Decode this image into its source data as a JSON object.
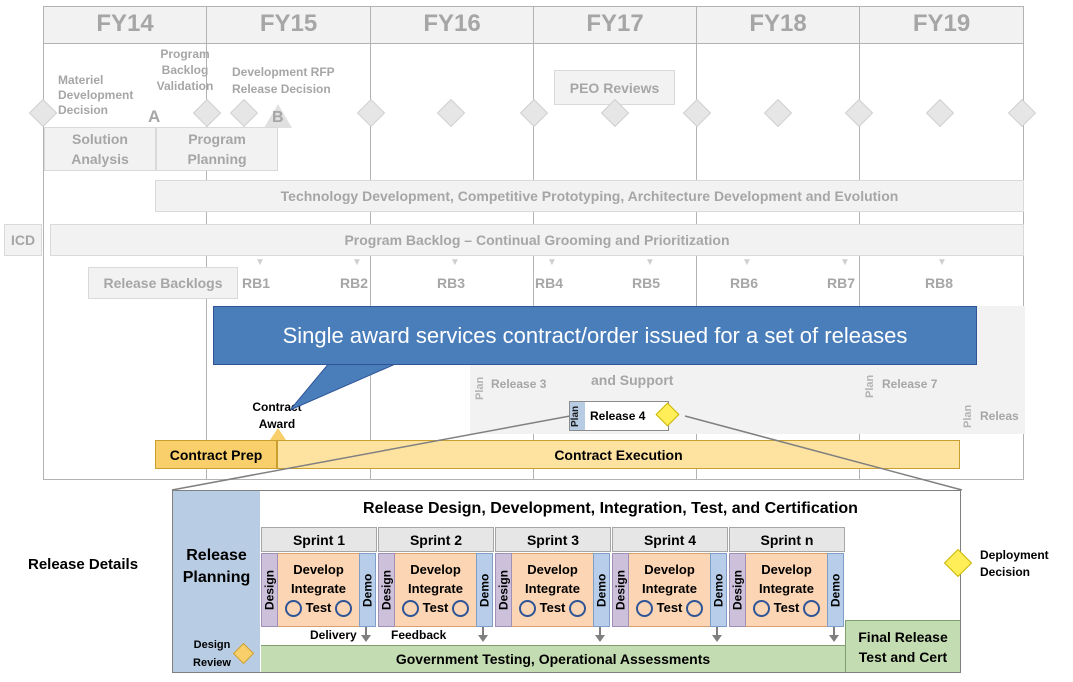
{
  "fiscal_years": [
    "FY14",
    "FY15",
    "FY16",
    "FY17",
    "FY18",
    "FY19"
  ],
  "milestones": {
    "materiel": "Materiel Development Decision",
    "milestone_a": "A",
    "program_backlog_validation": "Program Backlog Validation",
    "dev_rfp": "Development RFP Release Decision",
    "milestone_b": "B",
    "peo_reviews": "PEO Reviews"
  },
  "phases": {
    "solution_analysis": "Solution Analysis",
    "program_planning": "Program Planning",
    "tech_dev": "Technology Development, Competitive Prototyping, Architecture Development and Evolution",
    "icd": "ICD",
    "program_backlog": "Program Backlog – Continual Grooming and Prioritization",
    "release_backlogs": "Release Backlogs"
  },
  "release_backlogs": [
    "RB1",
    "RB2",
    "RB3",
    "RB4",
    "RB5",
    "RB6",
    "RB7",
    "RB8"
  ],
  "callout": "Single award services contract/order issued for a set of releases",
  "contract": {
    "award": "Contract Award",
    "prep": "Contract Prep",
    "execution": "Contract Execution"
  },
  "releases": {
    "and_support": "and Support",
    "plan": "Plan",
    "release3": "Release 3",
    "release4": "Release 4",
    "release7": "Release 7",
    "release_partial": "Releas"
  },
  "details": {
    "label": "Release Details",
    "planning": "Release Planning",
    "header": "Release Design, Development, Integration, Test, and Certification",
    "sprints": [
      "Sprint 1",
      "Sprint 2",
      "Sprint 3",
      "Sprint 4",
      "Sprint n"
    ],
    "design": "Design",
    "demo": "Demo",
    "develop": "Develop",
    "integrate": "Integrate",
    "test": "Test",
    "delivery": "Delivery",
    "feedback": "Feedback",
    "gov_testing": "Government Testing, Operational Assessments",
    "final_release": "Final Release Test and Cert",
    "design_review": "Design Review",
    "deployment_decision": "Deployment Decision"
  },
  "colors": {
    "callout": "#4a7ebb",
    "contract_prep": "#f9cf6b",
    "contract_exec": "#fde2a0",
    "planning": "#b8cce4",
    "design": "#ccc0da",
    "demo": "#b7cdea",
    "develop": "#fcd5b4",
    "gov": "#c4dcb2",
    "diamond": "#ffee58"
  }
}
